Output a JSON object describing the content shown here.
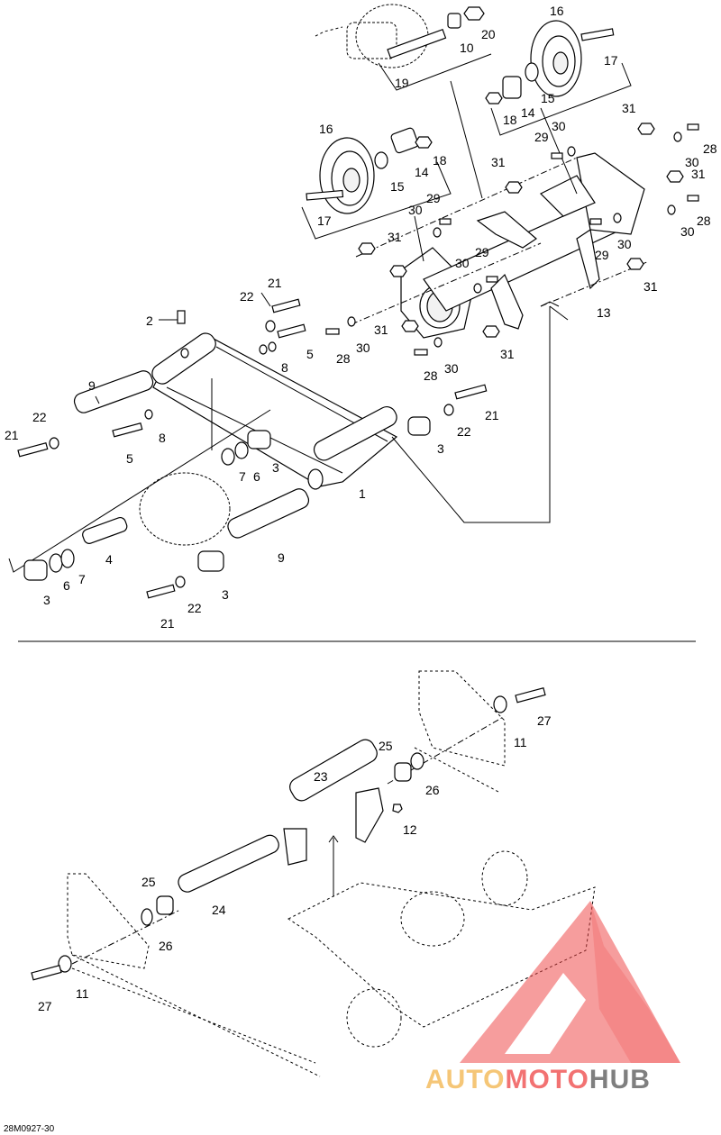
{
  "diagram_code": "28M0927-30",
  "brand": {
    "part1": "AUTO",
    "part2": "MOTO",
    "part3": "HUB",
    "color_orange": "#f2b44a",
    "color_red": "#ee4444",
    "color_gray": "#555555"
  },
  "callouts_top": [
    "16",
    "20",
    "10",
    "17",
    "19",
    "18",
    "14",
    "15",
    "31",
    "30",
    "29",
    "28",
    "16",
    "14",
    "18",
    "15",
    "17",
    "29",
    "30",
    "31",
    "30",
    "29",
    "13",
    "21",
    "22",
    "2",
    "5",
    "8",
    "31",
    "30",
    "28",
    "28",
    "30",
    "31",
    "9",
    "22",
    "8",
    "21",
    "5",
    "7",
    "6",
    "3",
    "1",
    "3",
    "22",
    "21",
    "4",
    "6",
    "7",
    "9",
    "3",
    "3",
    "21",
    "22"
  ],
  "callouts_bottom": [
    "27",
    "11",
    "25",
    "26",
    "23",
    "12",
    "25",
    "24",
    "26",
    "27",
    "11"
  ]
}
